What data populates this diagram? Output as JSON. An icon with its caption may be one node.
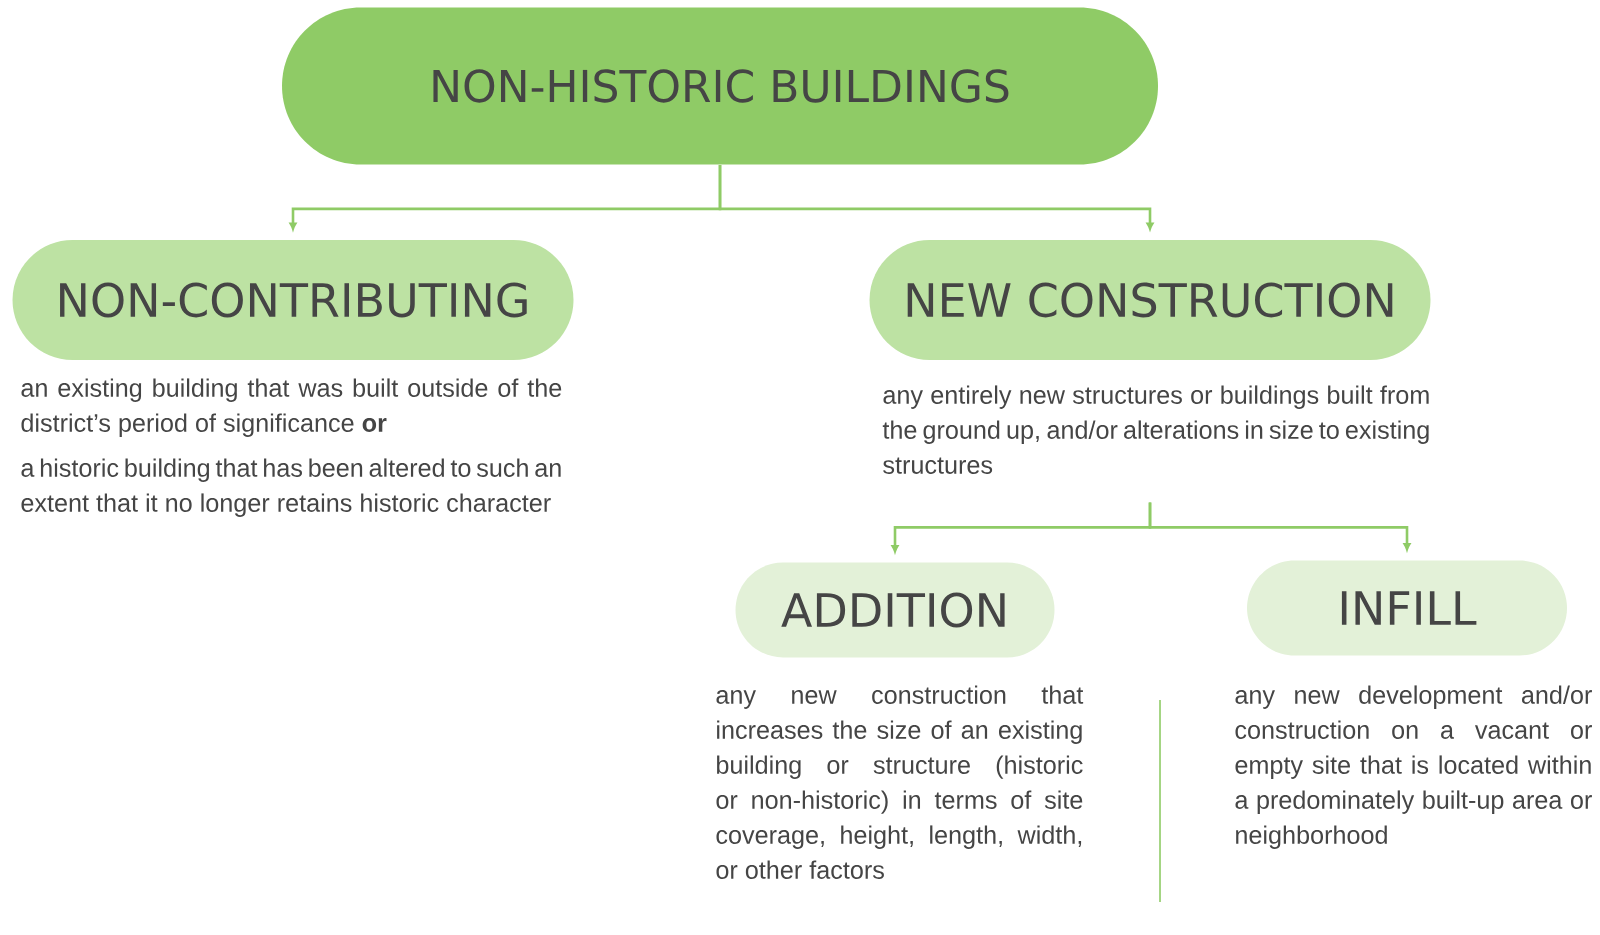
{
  "diagram": {
    "nodes": [
      {
        "text": [
          "NON-HISTORIC BUILDINGS"
        ]
      },
      {
        "text": [
          "NON-CONTRIBUTING"
        ],
        "beside": [
          "an existing building that was built outside of the district’s period of significance **or**",
          "a historic building that has been altered to such an extent that it no longer retains historic character"
        ]
      },
      {
        "text": [
          "NEW CONSTRUCTION"
        ],
        "beside": [
          "any entirely new structures or buildings built from the ground up, and/or alterations in size to existing structures"
        ]
      },
      {
        "text": [
          "ADDITION"
        ],
        "beside": [
          "any new construction that increases the size of an existing building or structure (historic or non-historic) in terms of site coverage, height, length, width, or other factors"
        ]
      },
      {
        "text": [
          "INFILL"
        ],
        "beside": [
          "any new development and/or construction on a vacant or empty site that is located within a predominately built-up area or neighborhood"
        ]
      }
    ],
    "edges": [
      {
        "from": 0,
        "to": 1,
        "arrow": "to"
      },
      {
        "from": 0,
        "to": 2,
        "arrow": "to"
      },
      {
        "from": 2,
        "to": 3,
        "arrow": "to"
      },
      {
        "from": 2,
        "to": 4,
        "arrow": "to"
      }
    ]
  }
}
